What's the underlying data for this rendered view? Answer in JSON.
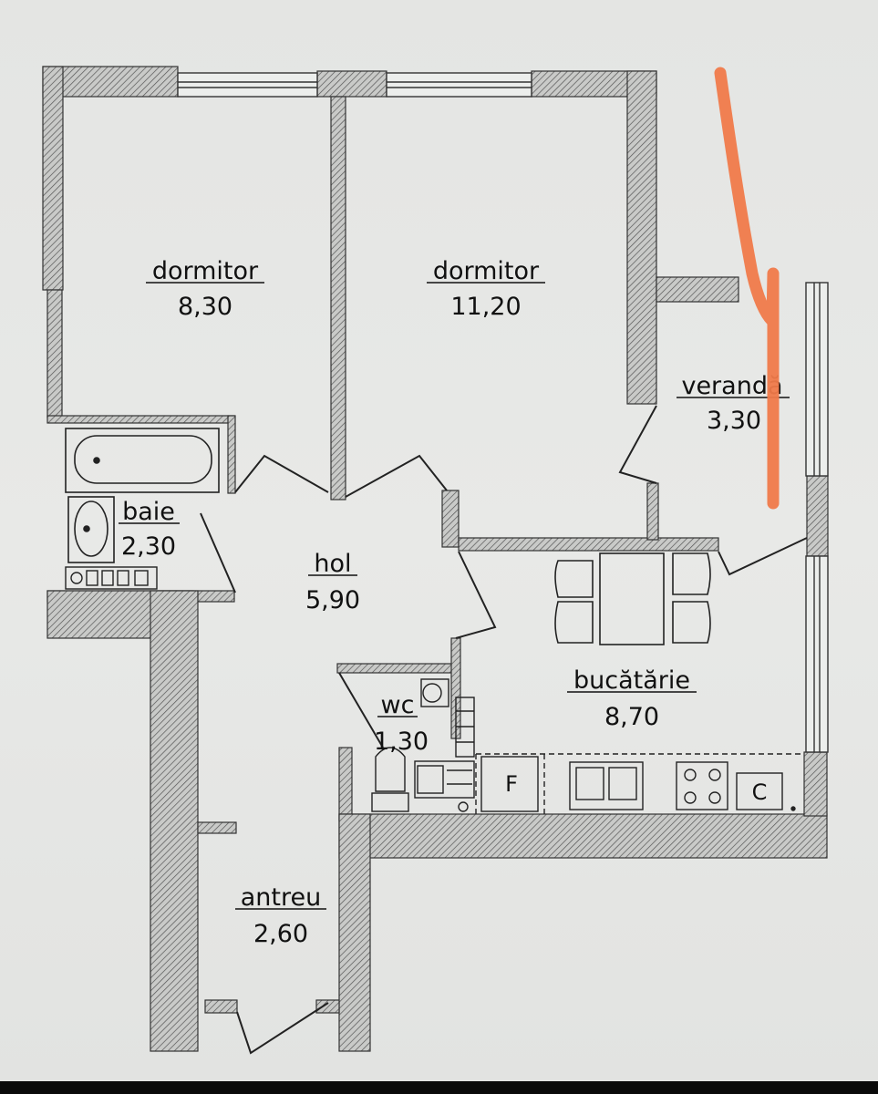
{
  "plan": {
    "rooms": [
      {
        "id": "dormitor-1",
        "name": "dormitor",
        "area": "8,30"
      },
      {
        "id": "dormitor-2",
        "name": "dormitor",
        "area": "11,20"
      },
      {
        "id": "veranda",
        "name": "verandă",
        "area": "3,30"
      },
      {
        "id": "baie",
        "name": "baie",
        "area": "2,30"
      },
      {
        "id": "hol",
        "name": "hol",
        "area": "5,90"
      },
      {
        "id": "wc",
        "name": "wc",
        "area": "1,30"
      },
      {
        "id": "bucatarie",
        "name": "bucătărie",
        "area": "8,70"
      },
      {
        "id": "antreu",
        "name": "antreu",
        "area": "2,60"
      }
    ],
    "appliances": {
      "fridge": "F",
      "cooker": "C"
    },
    "colors": {
      "wall_hatch": "#555",
      "paper": "#e6e7e5",
      "marker": "#f07a4a"
    }
  }
}
